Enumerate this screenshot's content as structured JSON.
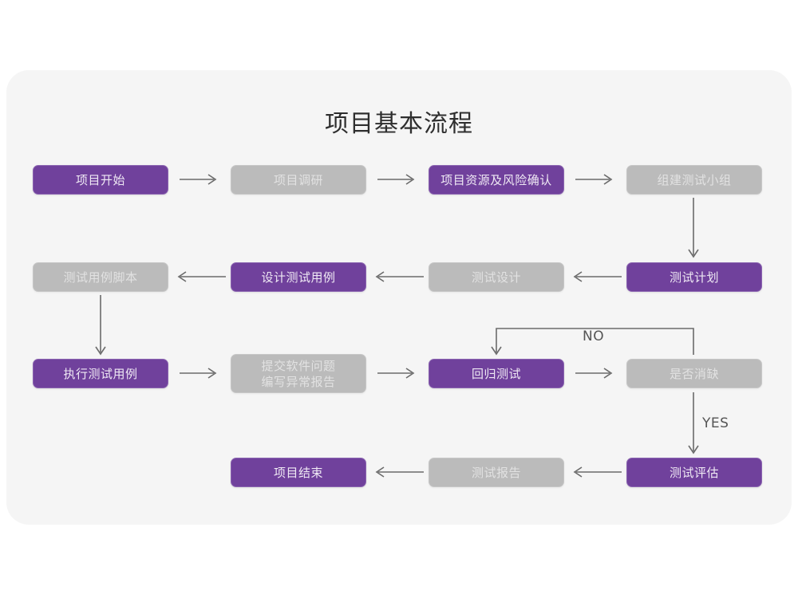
{
  "page": {
    "title": "项目基本流程",
    "background_color": "#ffffff",
    "panel_color": "#f5f5f5"
  },
  "colors": {
    "purple": "#70419c",
    "purple_text": "#efe9f4",
    "gray": "#bbbbbb",
    "gray_text": "#e2e2e2",
    "arrow": "#6b6b6b",
    "title_text": "#2e2e2e"
  },
  "chart_data": {
    "type": "diagram",
    "title": "项目基本流程",
    "nodes": [
      {
        "id": "n1",
        "label": "项目开始",
        "style": "purple",
        "row": 1,
        "col": 1
      },
      {
        "id": "n2",
        "label": "项目调研",
        "style": "gray",
        "row": 1,
        "col": 2
      },
      {
        "id": "n3",
        "label": "项目资源及风险确认",
        "style": "purple",
        "row": 1,
        "col": 3
      },
      {
        "id": "n4",
        "label": "组建测试小组",
        "style": "gray",
        "row": 1,
        "col": 4
      },
      {
        "id": "n5",
        "label": "测试用例脚本",
        "style": "gray",
        "row": 2,
        "col": 1
      },
      {
        "id": "n6",
        "label": "设计测试用例",
        "style": "purple",
        "row": 2,
        "col": 2
      },
      {
        "id": "n7",
        "label": "测试设计",
        "style": "gray",
        "row": 2,
        "col": 3
      },
      {
        "id": "n8",
        "label": "测试计划",
        "style": "purple",
        "row": 2,
        "col": 4
      },
      {
        "id": "n9",
        "label": "执行测试用例",
        "style": "purple",
        "row": 3,
        "col": 1
      },
      {
        "id": "n10",
        "label": "提交软件问题\n编写异常报告",
        "style": "gray",
        "row": 3,
        "col": 2
      },
      {
        "id": "n11",
        "label": "回归测试",
        "style": "purple",
        "row": 3,
        "col": 3
      },
      {
        "id": "n12",
        "label": "是否消缺",
        "style": "gray",
        "row": 3,
        "col": 4
      },
      {
        "id": "n13",
        "label": "项目结束",
        "style": "purple",
        "row": 4,
        "col": 2
      },
      {
        "id": "n14",
        "label": "测试报告",
        "style": "gray",
        "row": 4,
        "col": 3
      },
      {
        "id": "n15",
        "label": "测试评估",
        "style": "purple",
        "row": 4,
        "col": 4
      }
    ],
    "edges": [
      {
        "from": "n1",
        "to": "n2",
        "direction": "right",
        "label": ""
      },
      {
        "from": "n2",
        "to": "n3",
        "direction": "right",
        "label": ""
      },
      {
        "from": "n3",
        "to": "n4",
        "direction": "right",
        "label": ""
      },
      {
        "from": "n4",
        "to": "n8",
        "direction": "down",
        "label": ""
      },
      {
        "from": "n8",
        "to": "n7",
        "direction": "left",
        "label": ""
      },
      {
        "from": "n7",
        "to": "n6",
        "direction": "left",
        "label": ""
      },
      {
        "from": "n6",
        "to": "n5",
        "direction": "left",
        "label": ""
      },
      {
        "from": "n5",
        "to": "n9",
        "direction": "down",
        "label": ""
      },
      {
        "from": "n9",
        "to": "n10",
        "direction": "right",
        "label": ""
      },
      {
        "from": "n10",
        "to": "n11",
        "direction": "right",
        "label": ""
      },
      {
        "from": "n11",
        "to": "n12",
        "direction": "right",
        "label": ""
      },
      {
        "from": "n12",
        "to": "n11",
        "direction": "loop-up-left",
        "label": "NO"
      },
      {
        "from": "n12",
        "to": "n15",
        "direction": "down",
        "label": "YES"
      },
      {
        "from": "n15",
        "to": "n14",
        "direction": "left",
        "label": ""
      },
      {
        "from": "n14",
        "to": "n13",
        "direction": "left",
        "label": ""
      }
    ],
    "edge_labels": [
      "NO",
      "YES"
    ]
  },
  "labels": {
    "no": "NO",
    "yes": "YES"
  }
}
